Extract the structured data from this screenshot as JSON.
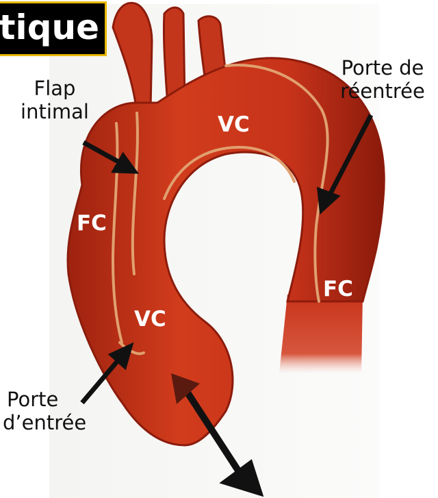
{
  "title_fragment": "tique",
  "labels": {
    "flap_line1": "Flap",
    "flap_line2": "intimal",
    "reentry_line1": "Porte de",
    "reentry_line2": "réentrée",
    "entry_line1": "Porte",
    "entry_line2": "d’entrée"
  },
  "lumens": {
    "true_lumen_top": "VC",
    "true_lumen_bottom": "VC",
    "false_lumen_left": "FC",
    "false_lumen_right": "FC"
  },
  "colors": {
    "aorta_red": "#c8341a",
    "aorta_dark": "#8c1c0c",
    "intima_line": "#e0a070",
    "title_border": "#e8b800"
  }
}
